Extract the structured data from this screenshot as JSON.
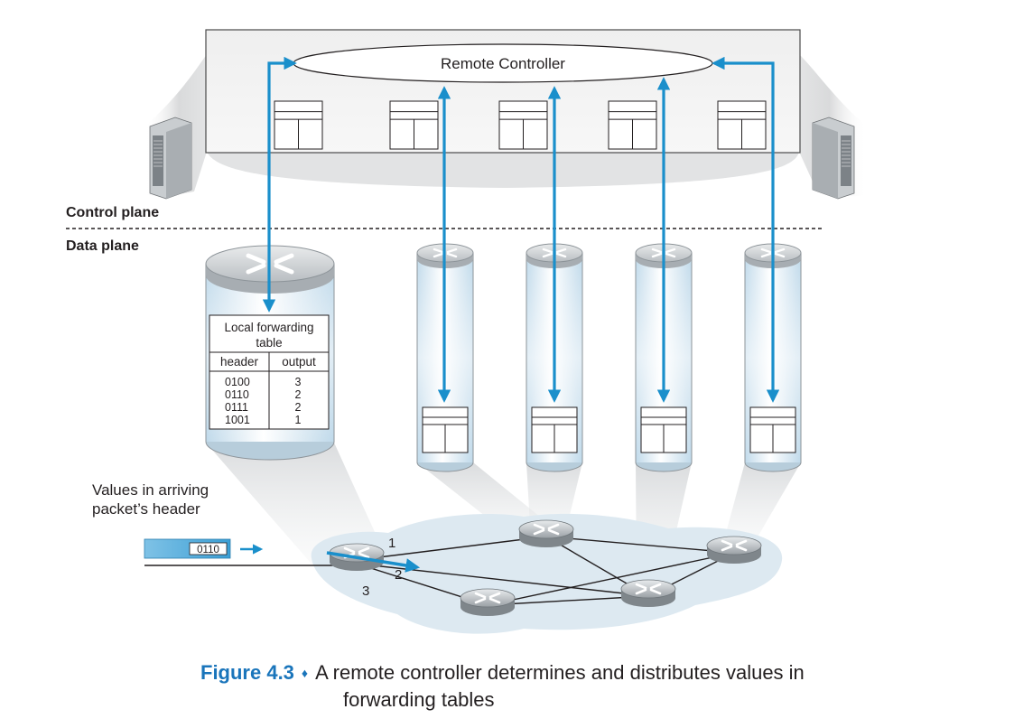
{
  "controller_label": "Remote Controller",
  "control_plane_label": "Control plane",
  "data_plane_label": "Data plane",
  "local_table": {
    "title": "Local forwarding table",
    "columns": [
      "header",
      "output"
    ],
    "rows": [
      [
        "0100",
        "3"
      ],
      [
        "0110",
        "2"
      ],
      [
        "0111",
        "2"
      ],
      [
        "1001",
        "1"
      ]
    ]
  },
  "packet_note": "Values in arriving packet’s header",
  "packet_value": "0110",
  "port_labels": [
    "1",
    "2",
    "3"
  ],
  "caption": {
    "number": "Figure 4.3",
    "separator": "♦",
    "text_line1": "A remote controller determines and distributes values in",
    "text_line2": "forwarding tables"
  },
  "colors": {
    "arrow_blue": "#1a8fcb",
    "caption_blue": "#1a75bb",
    "router_gray": "#9aa0a5",
    "cloud_blue": "#dde9f1"
  },
  "icons": [
    "server-icon",
    "router-icon",
    "table-icon",
    "arrow-icon"
  ]
}
